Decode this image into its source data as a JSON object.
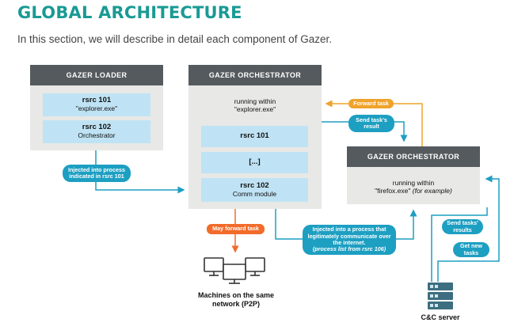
{
  "title": "GLOBAL ARCHITECTURE",
  "subtitle": "In this section, we will describe in detail each component of Gazer.",
  "loader": {
    "header": "GAZER LOADER",
    "rsrc101_title": "rsrc 101",
    "rsrc101_sub": "\"explorer.exe\"",
    "rsrc102_title": "rsrc 102",
    "rsrc102_sub": "Orchestrator"
  },
  "orchestrator_main": {
    "header": "GAZER ORCHESTRATOR",
    "running_line1": "running within",
    "running_line2": "\"explorer.exe\"",
    "rsrc101": "rsrc 101",
    "ellipsis": "[...]",
    "rsrc102_title": "rsrc 102",
    "rsrc102_sub": "Comm module"
  },
  "orchestrator_firefox": {
    "header": "GAZER ORCHESTRATOR",
    "running_line1": "running within",
    "running_line2": "\"firefox.exe\"",
    "running_note": "(for example)"
  },
  "labels": {
    "injected_101": "Injected into process indicated in rsrc 101",
    "forward_task": "Forward task",
    "send_result": "Send task's result",
    "may_forward": "May forward task",
    "injected_process": "Injected into a process that legitimately communicate over the internet.",
    "process_list": "(process list from rsrc 106)",
    "send_tasks_results": "Send tasks' results",
    "get_new_tasks": "Get new tasks",
    "machines": "Machines on the same network (P2P)",
    "cc_server": "C&C server"
  },
  "colors": {
    "title": "#1a9a94",
    "header_bg": "#555a5e",
    "box_bg": "#e8e8e6",
    "rsrc_bg": "#bfe3f4",
    "teal": "#1d9fc2",
    "orange": "#f0a22a",
    "red": "#f26b2a",
    "server": "#3d6e80"
  },
  "icons": [
    "computer-network-icon",
    "server-icon"
  ]
}
